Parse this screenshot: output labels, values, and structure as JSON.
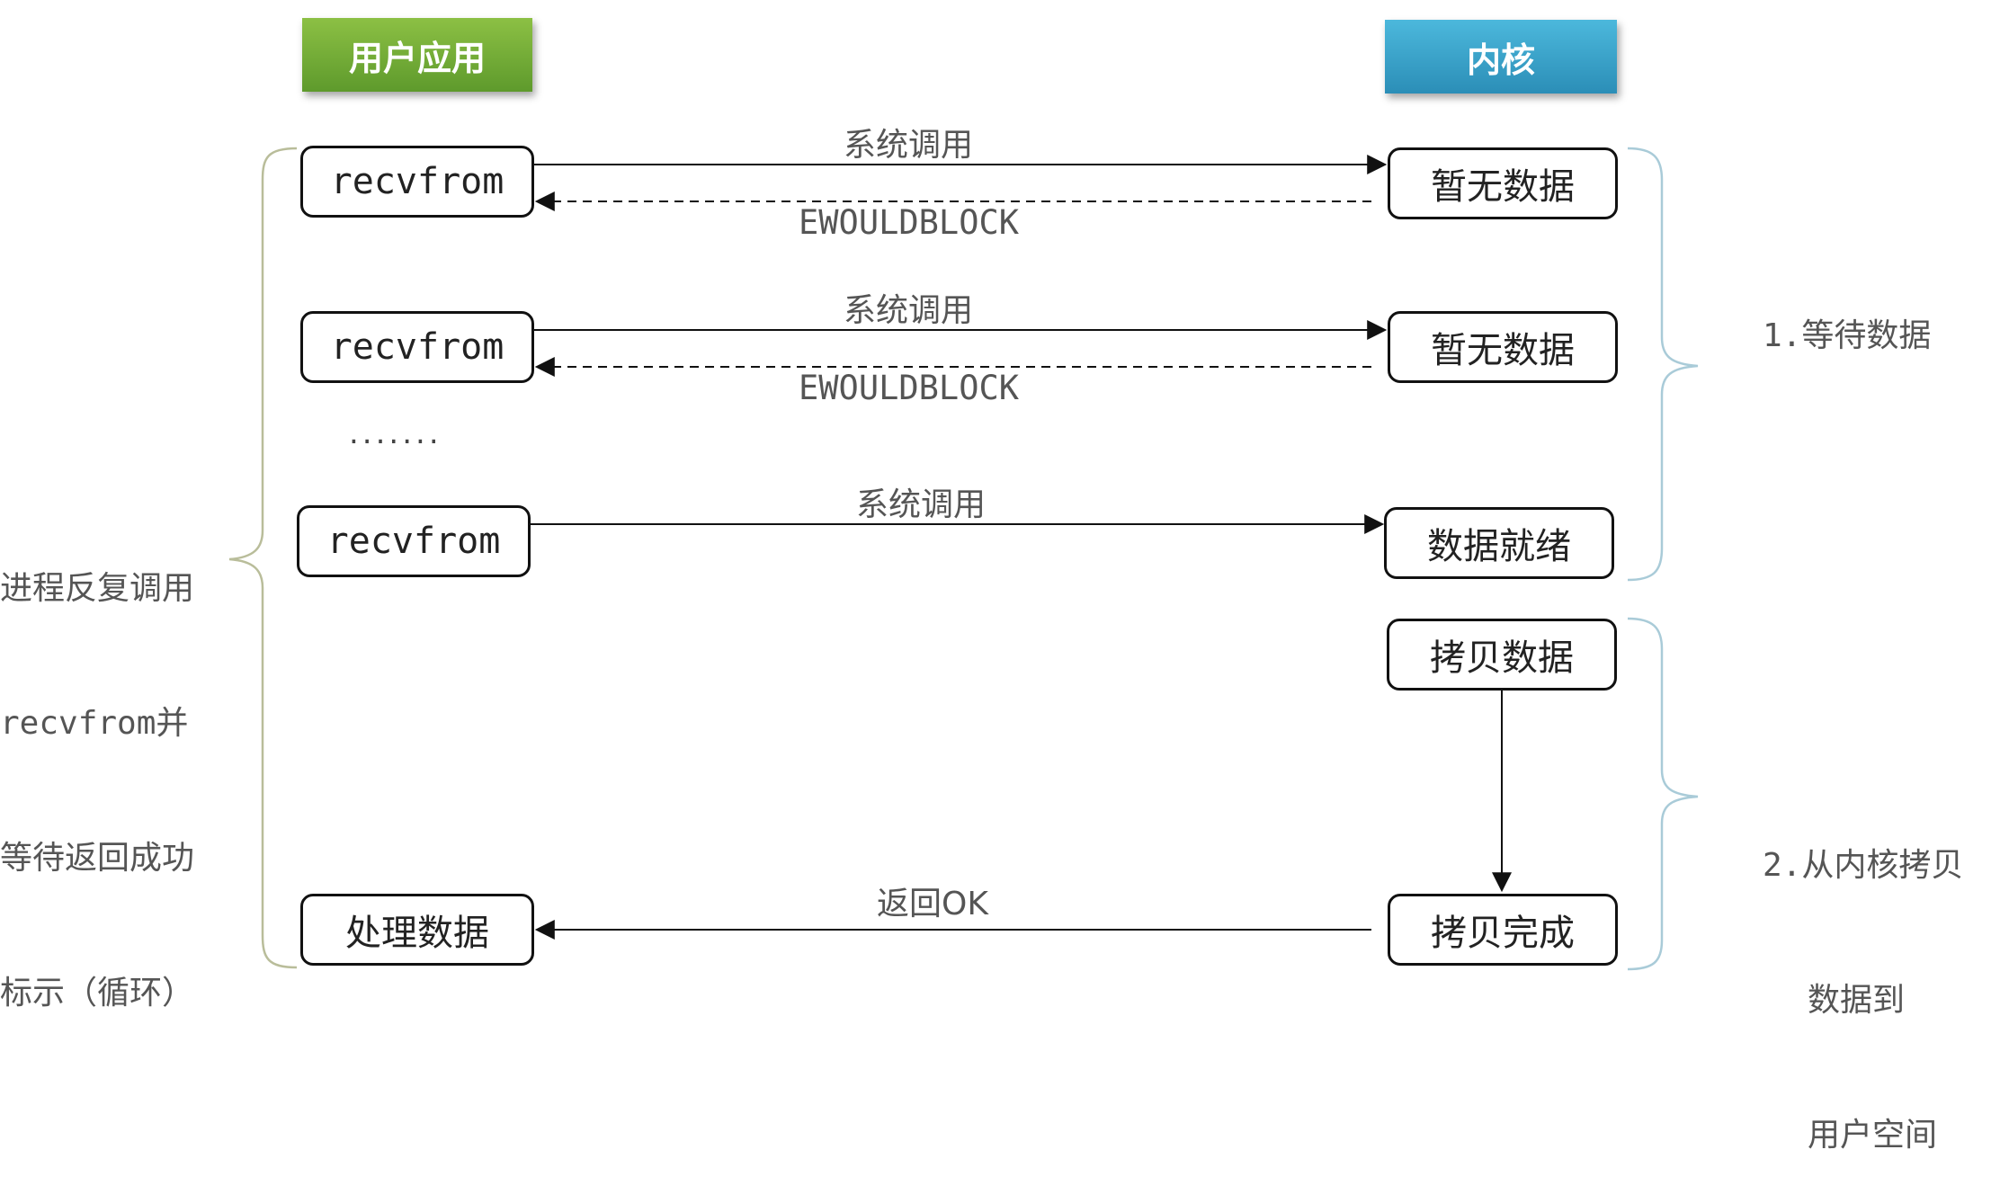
{
  "headers": {
    "user": "用户应用",
    "kernel": "内核"
  },
  "rows": [
    {
      "user_box": "recvfrom",
      "kernel_box": "暂无数据",
      "call_label": "系统调用",
      "return_label": "EWOULDBLOCK"
    },
    {
      "user_box": "recvfrom",
      "kernel_box": "暂无数据",
      "call_label": "系统调用",
      "return_label": "EWOULDBLOCK"
    },
    {
      "user_box": "recvfrom",
      "kernel_box": "数据就绪",
      "call_label": "系统调用"
    }
  ],
  "ellipsis": ".......",
  "copy": {
    "start_box": "拷贝数据",
    "end_box": "拷贝完成",
    "return_label": "返回OK",
    "user_box": "处理数据"
  },
  "left_note": [
    "进程反复调用",
    "recvfrom并",
    "等待返回成功",
    "标示（循环）"
  ],
  "phase1": "1.等待数据",
  "phase2": [
    "2.从内核拷贝",
    "数据到",
    "用户空间"
  ]
}
